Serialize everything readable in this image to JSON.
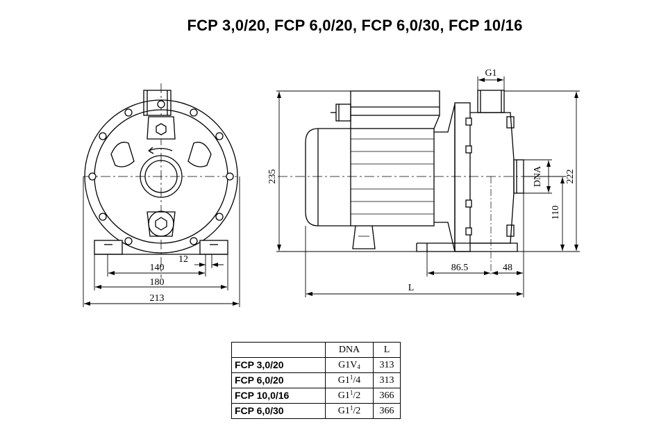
{
  "title": "FCP 3,0/20,  FCP 6,0/20, FCP 6,0/30, FCP 10/16",
  "front_view": {
    "dim_140": "140",
    "dim_180": "180",
    "dim_213": "213",
    "dim_12": "12"
  },
  "side_view": {
    "dim_g1": "G1",
    "dim_235": "235",
    "dim_222": "222",
    "dim_110": "110",
    "dim_dna": "DNA",
    "dim_86_5": "86.5",
    "dim_48": "48",
    "dim_l": "L"
  },
  "table": {
    "headers": [
      "",
      "DNA",
      "L"
    ],
    "rows": [
      {
        "model": "FCP 3,0/20",
        "dna_base": "G1V",
        "dna_sub": "4",
        "dna_tail": "",
        "len": "313"
      },
      {
        "model": "FCP 6,0/20",
        "dna_base": "G1",
        "dna_sup": "1",
        "dna_tail": "/4",
        "len": "313"
      },
      {
        "model": "FCP 10,0/16",
        "dna_base": "G1",
        "dna_sup": "1",
        "dna_tail": "/2",
        "len": "366"
      },
      {
        "model": "FCP 6,0/30",
        "dna_base": "G1",
        "dna_sup": "1",
        "dna_tail": "/2",
        "len": "366"
      }
    ]
  }
}
